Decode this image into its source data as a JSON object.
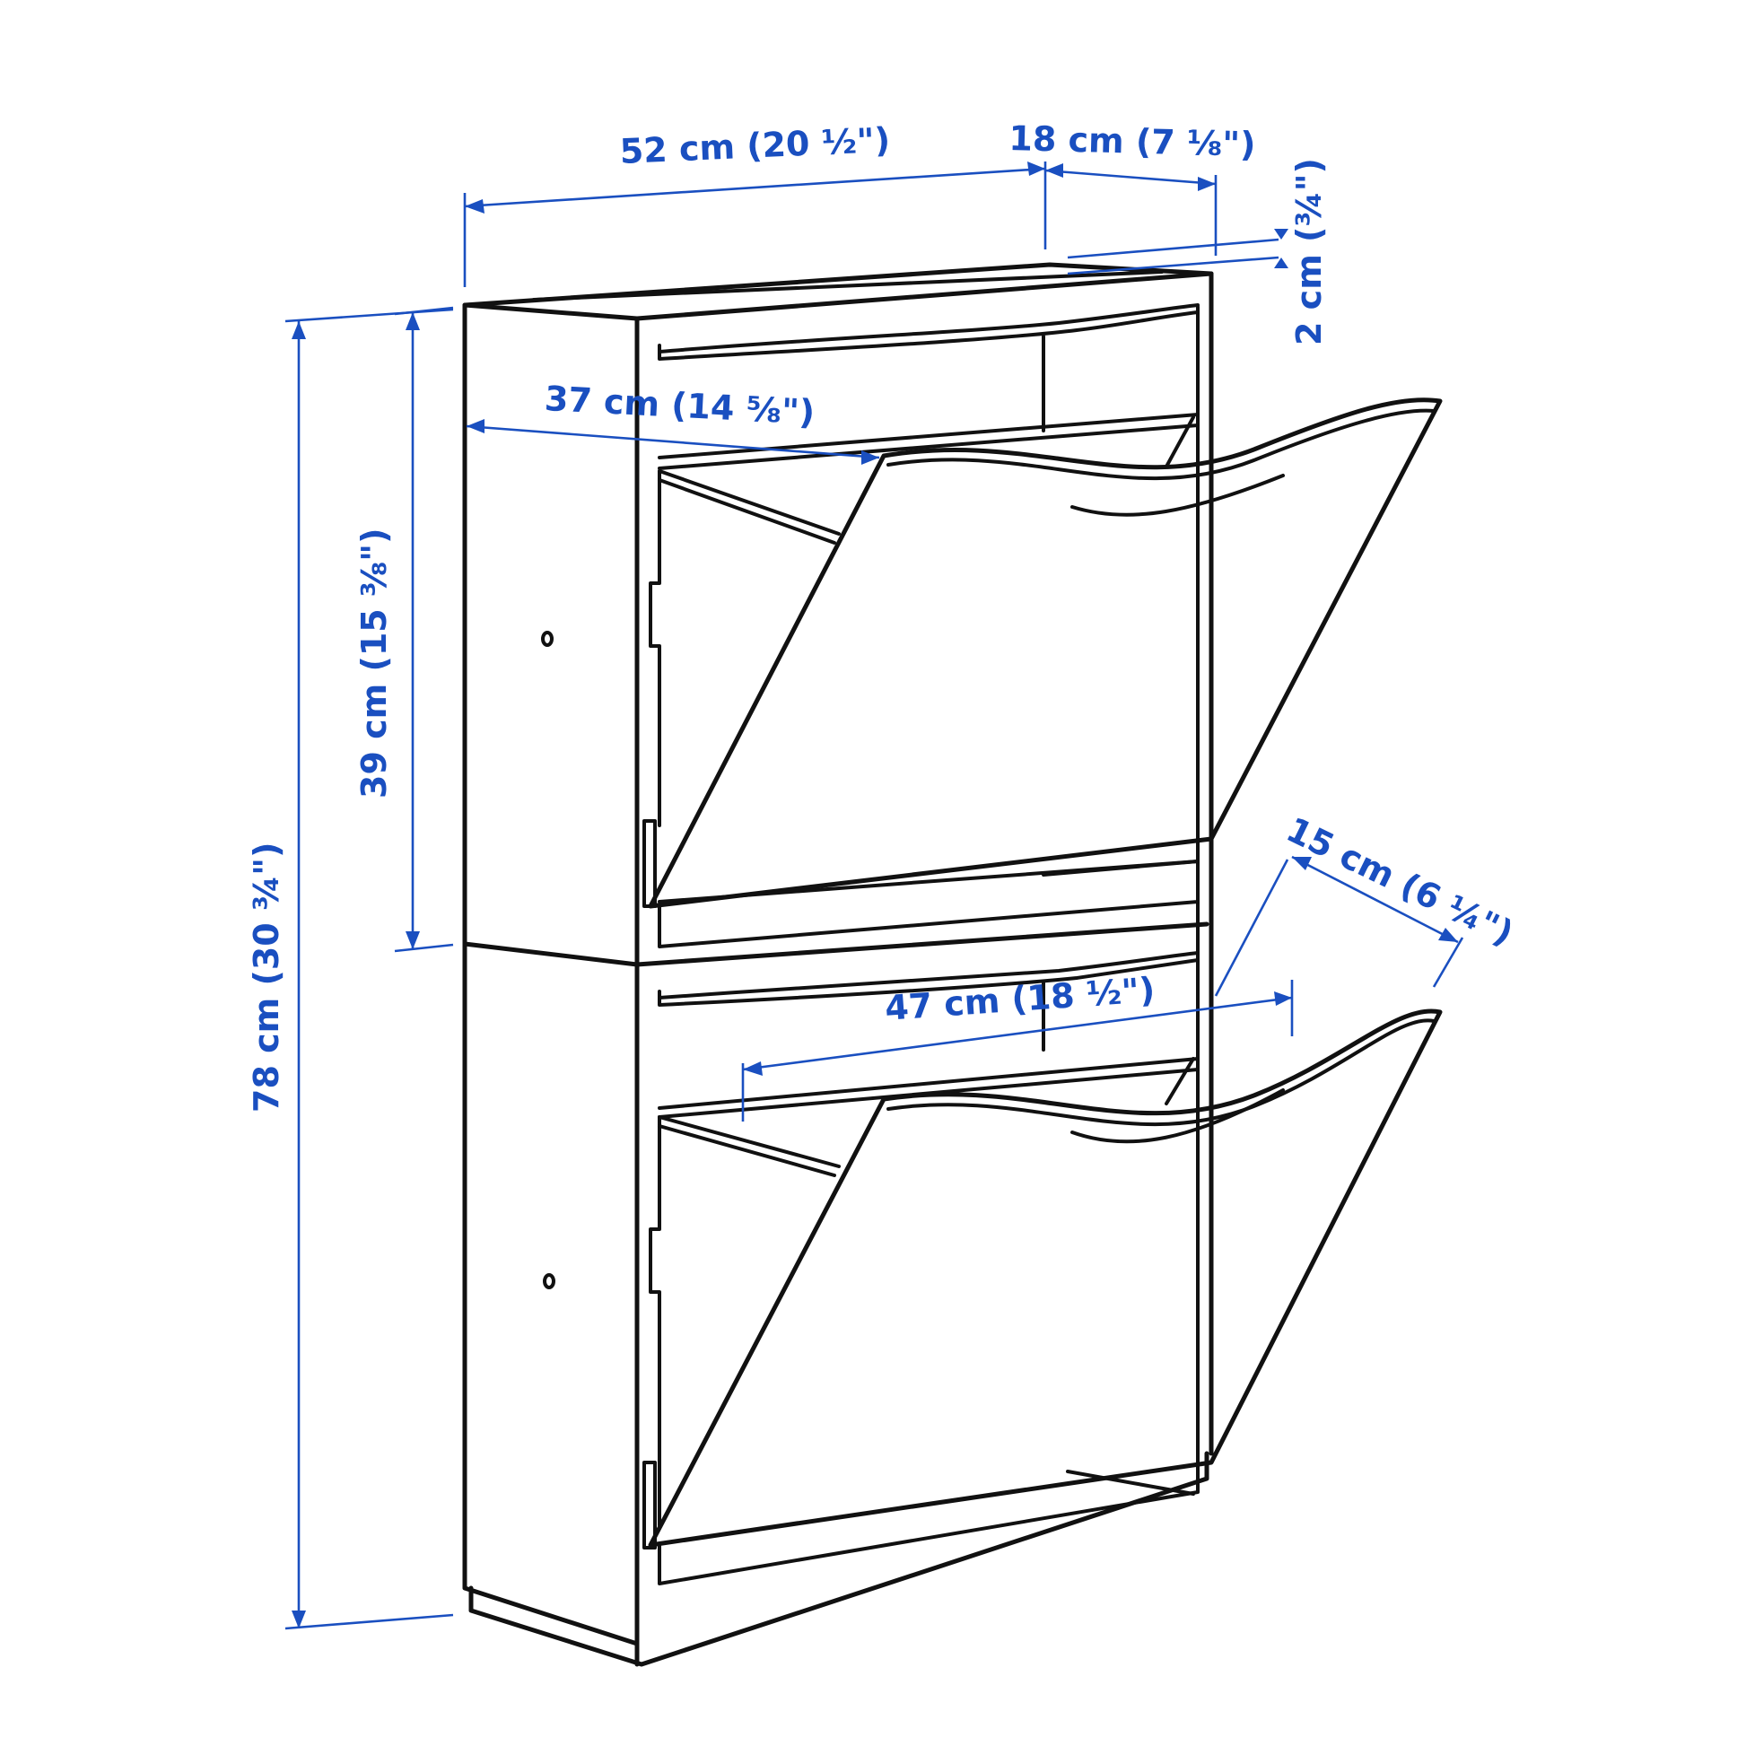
{
  "diagram": {
    "subject": "Two-compartment wall shoe cabinet with tilt-out drawers",
    "line_color": "#111111",
    "dimension_color": "#1a4fc0",
    "background": "#ffffff"
  },
  "dimensions": {
    "total_width": "52 cm (20 ½\")",
    "depth": "18 cm (7 ⅛\")",
    "top_lip": "2 cm (¾\")",
    "inner_width": "37 cm (14 ⅝\")",
    "compartment_height": "39 cm (15 ⅜\")",
    "total_height": "78 cm (30 ¾\")",
    "drawer_depth_open": "15 cm (6 ¼\")",
    "drawer_opening_width": "47 cm (18 ½\")"
  }
}
